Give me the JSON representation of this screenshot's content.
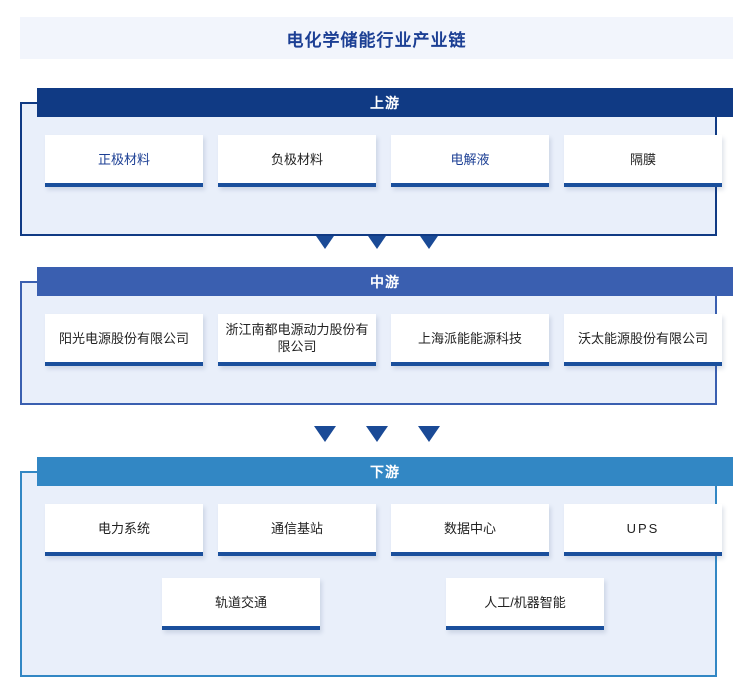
{
  "title": "电化学储能行业产业链",
  "colors": {
    "upstream_header": "#103a84",
    "midstream_header": "#3a5fb0",
    "downstream_header": "#3287c4",
    "section_background": "#e9effa",
    "node_border": "#1a4f9c",
    "link_text": "#1c3f94",
    "plain_text": "#222222",
    "title_banner": "#f2f5fc",
    "arrow": "#1a4a96"
  },
  "sections": [
    {
      "key": "upstream",
      "header": "上游",
      "rows": [
        [
          {
            "label": "正极材料",
            "style": "link"
          },
          {
            "label": "负极材料",
            "style": "plain"
          },
          {
            "label": "电解液",
            "style": "link"
          },
          {
            "label": "隔膜",
            "style": "plain"
          }
        ]
      ]
    },
    {
      "key": "midstream",
      "header": "中游",
      "rows": [
        [
          {
            "label": "阳光电源股份有限公司",
            "style": "plain"
          },
          {
            "label": "浙江南都电源动力股份有限公司",
            "style": "plain"
          },
          {
            "label": "上海派能能源科技",
            "style": "plain"
          },
          {
            "label": "沃太能源股份有限公司",
            "style": "plain"
          }
        ]
      ]
    },
    {
      "key": "downstream",
      "header": "下游",
      "rows": [
        [
          {
            "label": "电力系统",
            "style": "plain"
          },
          {
            "label": "通信基站",
            "style": "plain"
          },
          {
            "label": "数据中心",
            "style": "plain"
          },
          {
            "label": "UPS",
            "style": "spaced"
          }
        ],
        [
          {
            "label": "轨道交通",
            "style": "plain"
          },
          {
            "label": "人工/机器智能",
            "style": "plain"
          }
        ]
      ]
    }
  ],
  "connectors": [
    {
      "name": "upstream-to-midstream",
      "glyph_count": 3
    },
    {
      "name": "midstream-to-downstream",
      "glyph_count": 3
    }
  ]
}
